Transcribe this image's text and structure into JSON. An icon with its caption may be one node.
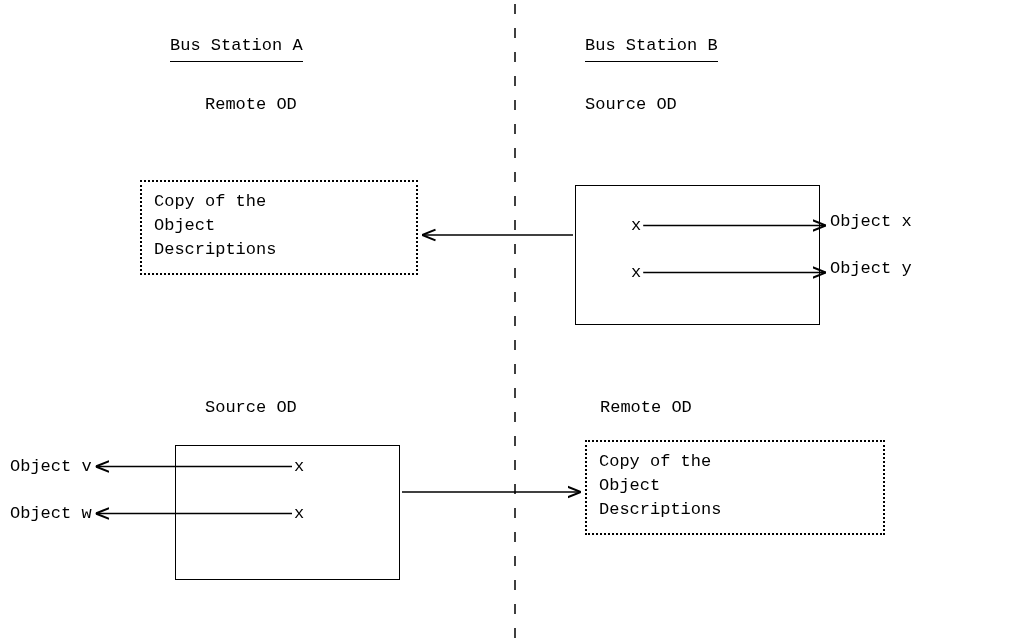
{
  "diagram": {
    "nodes": [
      {
        "text": [
          "Remote OD",
          "Copy of the Object Descriptions"
        ]
      },
      {
        "text": [
          "Source OD"
        ]
      },
      {
        "text": [
          "x"
        ],
        "in": 1
      },
      {
        "text": [
          "x"
        ],
        "in": 1
      },
      {
        "text": [
          "Object x"
        ]
      },
      {
        "text": [
          "Object y"
        ]
      },
      {
        "text": [
          "Source OD"
        ]
      },
      {
        "text": [
          "x"
        ],
        "in": 6
      },
      {
        "text": [
          "x"
        ],
        "in": 6
      },
      {
        "text": [
          "Object v"
        ]
      },
      {
        "text": [
          "Object w"
        ]
      },
      {
        "text": [
          "Remote OD",
          "Copy of the Object Descriptions"
        ]
      }
    ],
    "edges": [
      {
        "from": 1,
        "to": 0,
        "arrow": "to"
      },
      {
        "from": 2,
        "to": 4,
        "arrow": "to"
      },
      {
        "from": 3,
        "to": 5,
        "arrow": "to"
      },
      {
        "from": 7,
        "to": 9,
        "arrow": "to"
      },
      {
        "from": 8,
        "to": 10,
        "arrow": "to"
      },
      {
        "from": 6,
        "to": 11,
        "arrow": "to"
      }
    ],
    "labels": [
      "Bus Station A",
      "Bus Station B"
    ]
  }
}
